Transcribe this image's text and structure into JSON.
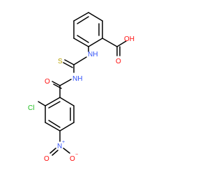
{
  "diagram": {
    "type": "chemical-structure",
    "atom_labels": {
      "hydroxyl": "OH",
      "carboxyl_o": "O",
      "amine_upper": "NH",
      "thione_s": "S",
      "amine_lower": "NH",
      "amide_o": "O",
      "chloro": "Cl",
      "nitro_n": "N",
      "nitro_plus": "+",
      "nitro_o_left": "O",
      "nitro_o_right": "O",
      "nitro_minus": "−"
    },
    "colors": {
      "oxygen": "#ff0d0d",
      "nitrogen": "#3050f8",
      "sulfur": "#b8a000",
      "chlorine": "#1fbf1f",
      "carbon_bond": "#000000"
    }
  }
}
